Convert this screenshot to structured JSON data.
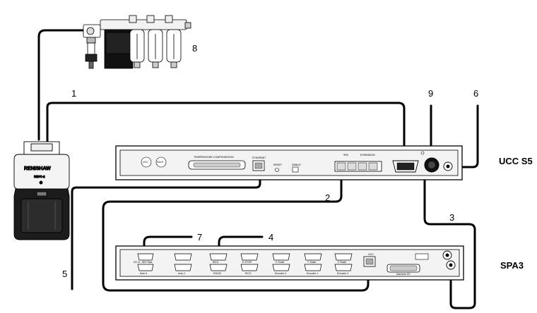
{
  "callouts": {
    "c1": "1",
    "c2": "2",
    "c3": "3",
    "c4": "4",
    "c5": "5",
    "c6": "6",
    "c7": "7",
    "c8": "8",
    "c9": "9"
  },
  "units": {
    "ucc_title": "UCC S5",
    "spa_title": "SPA3"
  },
  "head": {
    "brand": "RENISHAW",
    "model": "REVO-2"
  },
  "ucc_panel": {
    "temp_comp": "TEMPERATURE COMPENSATION",
    "ethernet": "ETHERNET",
    "reset": "RESET",
    "debug": "DEBUG",
    "spa": "SPA",
    "expansion": "EXPANSION",
    "ucc_left1": "UCC",
    "ucc_left2": "SALE"
  },
  "spa_panel": {
    "ports_top": [
      "",
      "MCU",
      "E-STOP",
      "X Scale",
      "Y Scale",
      "Z Scale"
    ],
    "ports_bottom": [
      "Axis 6",
      "Axis 2",
      "RS232",
      "PICS",
      "Encoder 0",
      "Encoder 1",
      "Encoder 2"
    ],
    "dc_in": "DC In - 80V Max",
    "machine_io": "Machine I/O",
    "ucc": "UCC"
  }
}
